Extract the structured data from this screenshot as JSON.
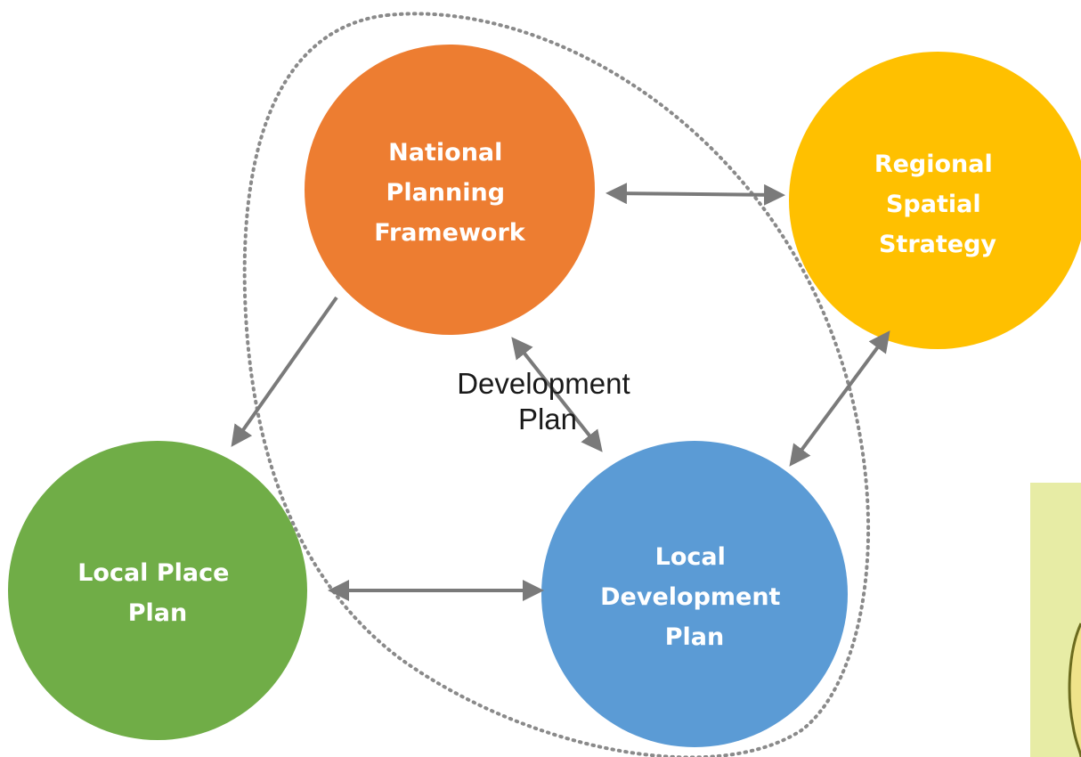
{
  "diagram": {
    "center_label": {
      "lines": [
        "Development",
        "Plan"
      ]
    },
    "nodes": {
      "npf": {
        "lines": [
          "National",
          "Planning",
          "Framework"
        ],
        "color": "#ED7D31"
      },
      "rss": {
        "lines": [
          "Regional",
          "Spatial",
          "Strategy"
        ],
        "color": "#FFC000"
      },
      "lpp": {
        "lines": [
          "Local Place",
          "Plan"
        ],
        "color": "#70AD47"
      },
      "ldp": {
        "lines": [
          "Local",
          "Development",
          "Plan"
        ],
        "color": "#5B9BD5"
      }
    },
    "boundary_color": "#8a8a8a",
    "arrow_color": "#7a7a7a",
    "corner_panel_color": "#E7ECA5"
  }
}
